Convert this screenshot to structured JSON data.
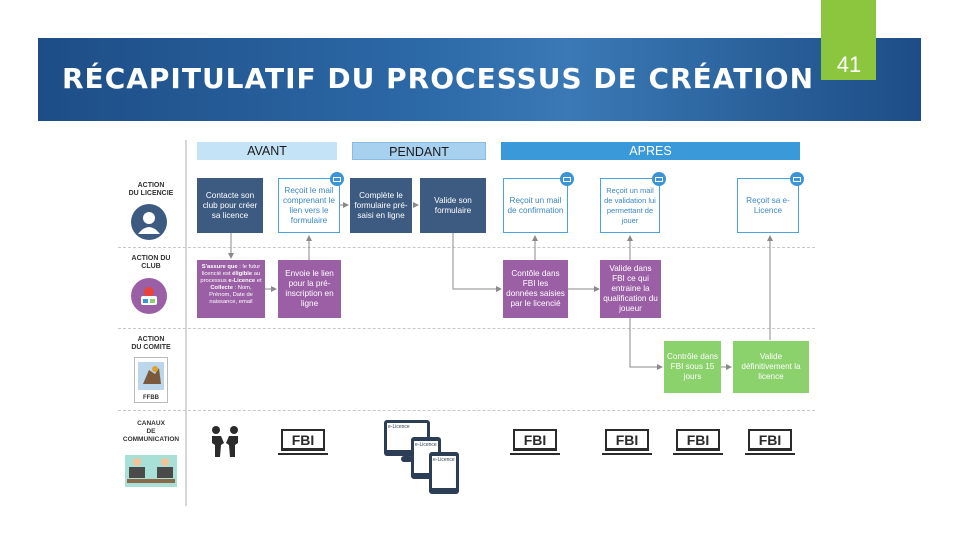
{
  "header": {
    "title": "RÉCAPITULATIF DU PROCESSUS DE CRÉATION",
    "page_number": "41"
  },
  "colors": {
    "title_band": "#1d4d86",
    "page_tab": "#8cc63f",
    "phase_avant": "#c5e3f7",
    "phase_pendant": "#a8d0ef",
    "phase_apres": "#3a9ad9",
    "licencie_box": "#3d5a80",
    "club_box": "#9b5fa5",
    "comite_box": "#8bd16c",
    "outline_box": "#4aa3df"
  },
  "phases": {
    "avant": "AVANT",
    "pendant": "PENDANT",
    "apres": "APRES"
  },
  "rows": {
    "licencie": "ACTION\nDU LICENCIE",
    "club": "ACTION DU\nCLUB",
    "comite": "ACTION\nDU COMITE",
    "canaux": "CANAUX\nDE\nCOMMUNICATION"
  },
  "licencie": {
    "contacte": "Contacte son club pour créer sa licence",
    "recoit_lien": "Reçoit le mail comprenant le lien vers le formulaire",
    "complete": "Complète le formulaire pré-saisi en ligne",
    "valide": "Valide son formulaire",
    "confirmation": "Reçoit un mail de confirmation",
    "validation_mail": "Reçoit un mail de validation lui permettant de jouer",
    "elicence": "Reçoit sa e-Licence"
  },
  "club": {
    "note_prefix": "S'assure que",
    "note_1": " : le futur licencié est ",
    "note_bold_1": "éligible",
    "note_2": " au processus ",
    "note_bold_2": "e-Licence",
    "note_3": " et ",
    "note_bold_3": "Collecte",
    "note_4": " : Nom, Prénom, Date de naissance, email",
    "envoie": "Envoie le lien pour la pré-inscription en ligne",
    "controle": "Contôle dans FBI les données saisies par le licencié",
    "valide_fbi": "Valide dans FBI ce qui entraine la qualification du joueur"
  },
  "comite": {
    "controle": "Contrôle dans FBI sous 15 jours",
    "valide": "Valide définitivement la licence",
    "logo_text": "FFBB"
  },
  "channels": {
    "fbi_label": "FBI",
    "device_label": "e-Licence"
  },
  "icons": {
    "mail": "mail-icon",
    "user": "user-avatar-icon",
    "club": "club-logo-icon",
    "comite": "comite-logo-icon",
    "handshake": "people-meeting-icon",
    "computer": "computer-screen-icon"
  }
}
